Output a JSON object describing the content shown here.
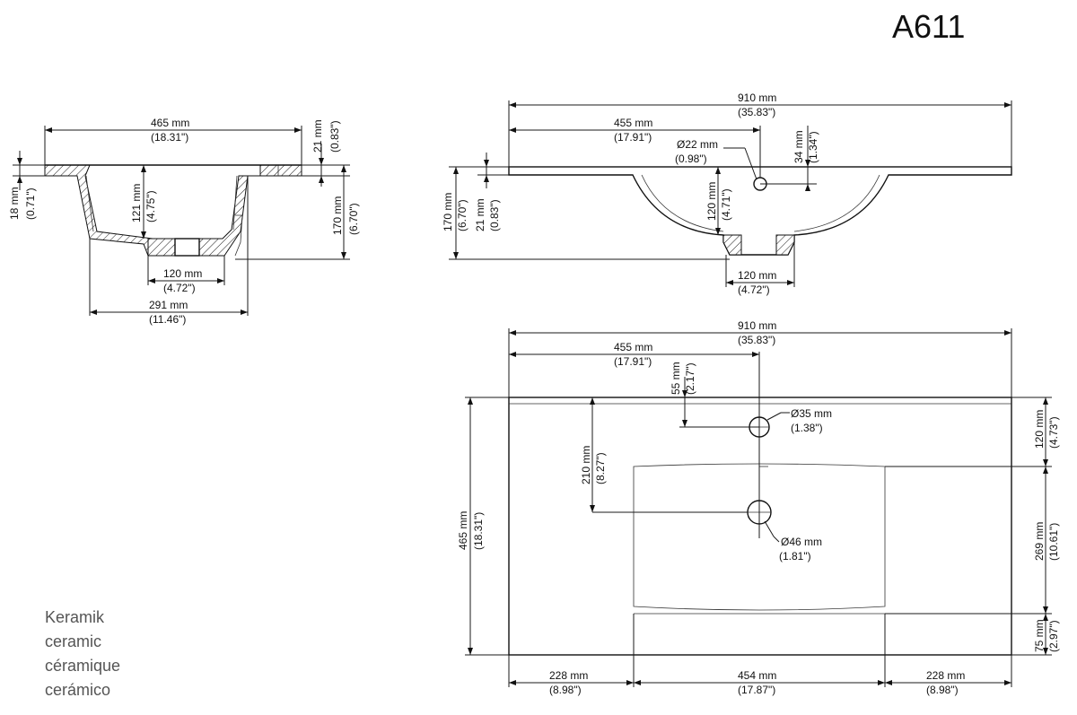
{
  "model": "A611",
  "materials": [
    "Keramik",
    "ceramic",
    "céramique",
    "cerámico"
  ],
  "side_view": {
    "width_total": {
      "mm": "465 mm",
      "in": "(18.31\")"
    },
    "rim_height": {
      "mm": "21 mm",
      "in": "(0.83\")"
    },
    "edge_thickness": {
      "mm": "18 mm",
      "in": "(0.71\")"
    },
    "bowl_depth": {
      "mm": "121 mm",
      "in": "(4.75\")"
    },
    "total_height": {
      "mm": "170 mm",
      "in": "(6.70\")"
    },
    "drain_width": {
      "mm": "120 mm",
      "in": "(4.72\")"
    },
    "bowl_width": {
      "mm": "291 mm",
      "in": "(11.46\")"
    }
  },
  "front_view": {
    "width_total": {
      "mm": "910 mm",
      "in": "(35.83\")"
    },
    "half_width": {
      "mm": "455 mm",
      "in": "(17.91\")"
    },
    "overflow_diameter": {
      "mm": "Ø22 mm",
      "in": "(0.98\")"
    },
    "overflow_height": {
      "mm": "34 mm",
      "in": "(1.34\")"
    },
    "total_height": {
      "mm": "170 mm",
      "in": "(6.70\")"
    },
    "rim_height": {
      "mm": "21 mm",
      "in": "(0.83\")"
    },
    "bowl_depth": {
      "mm": "120 mm",
      "in": "(4.71\")"
    },
    "drain_width": {
      "mm": "120 mm",
      "in": "(4.72\")"
    }
  },
  "top_view": {
    "width_total": {
      "mm": "910 mm",
      "in": "(35.83\")"
    },
    "half_width": {
      "mm": "455 mm",
      "in": "(17.91\")"
    },
    "tap_hole_offset": {
      "mm": "55 mm",
      "in": "(2.17\")"
    },
    "tap_hole_diameter": {
      "mm": "Ø35 mm",
      "in": "(1.38\")"
    },
    "drain_offset": {
      "mm": "210 mm",
      "in": "(8.27\")"
    },
    "drain_diameter": {
      "mm": "Ø46 mm",
      "in": "(1.81\")"
    },
    "depth_total": {
      "mm": "465 mm",
      "in": "(18.31\")"
    },
    "back_to_bowl": {
      "mm": "120 mm",
      "in": "(4.73\")"
    },
    "bowl_length": {
      "mm": "269 mm",
      "in": "(10.61\")"
    },
    "bowl_to_front": {
      "mm": "75 mm",
      "in": "(2.97\")"
    },
    "left_margin": {
      "mm": "228 mm",
      "in": "(8.98\")"
    },
    "bowl_width": {
      "mm": "454 mm",
      "in": "(17.87\")"
    },
    "right_margin": {
      "mm": "228 mm",
      "in": "(8.98\")"
    }
  }
}
